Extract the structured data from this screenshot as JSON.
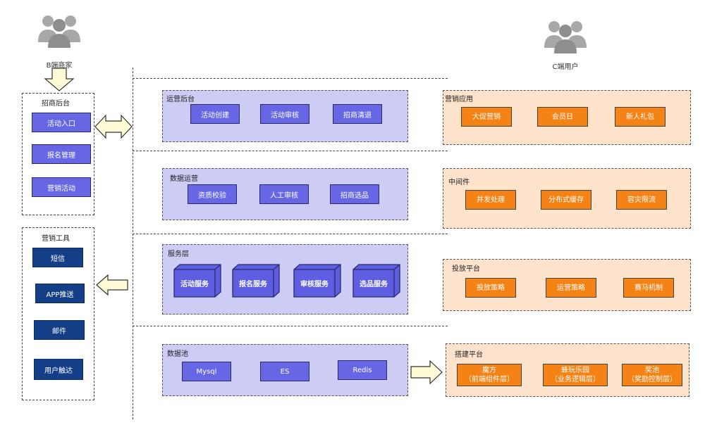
{
  "actors": {
    "b_merchant": "B端商家",
    "c_user": "C端用户"
  },
  "left": {
    "recruit_backend": {
      "title": "招商后台",
      "items": [
        "活动入口",
        "报名管理",
        "营销活动"
      ]
    },
    "marketing_tools": {
      "title": "营销工具",
      "items": [
        "短信",
        "APP推送",
        "邮件",
        "用户触达"
      ]
    }
  },
  "layers": {
    "ops_backend": {
      "title": "运营后台",
      "items": [
        "活动创建",
        "活动审核",
        "招商清退"
      ]
    },
    "data_ops": {
      "title": "数据运营",
      "items": [
        "资质校验",
        "人工审核",
        "招商选品"
      ]
    },
    "service_layer": {
      "title": "服务层",
      "items": [
        "活动服务",
        "报名服务",
        "审核服务",
        "选品服务"
      ]
    },
    "data_pool": {
      "title": "数据池",
      "items": [
        "Mysql",
        "ES",
        "Redis"
      ]
    }
  },
  "right": {
    "marketing_apps": {
      "title": "营销应用",
      "items": [
        "大促营销",
        "会员日",
        "新人礼包"
      ]
    },
    "middleware": {
      "title": "中间件",
      "items": [
        "并发处理",
        "分布式缓存",
        "容灾限流"
      ]
    },
    "delivery_platform": {
      "title": "投放平台",
      "items": [
        "投放策略",
        "运营策略",
        "赛马机制"
      ]
    },
    "build_platform": {
      "title": "搭建平台",
      "items": [
        {
          "line1": "魔方",
          "line2": "（前端组件层）"
        },
        {
          "line1": "蜂玩乐园",
          "line2": "（业务逻辑层）"
        },
        {
          "line1": "奖池",
          "line2": "（奖励控制层）"
        }
      ]
    }
  },
  "colors": {
    "blue_panel": "#ccccf5",
    "blue_button": "#6767e6",
    "navy_button": "#143f87",
    "orange_panel": "#fde3cc",
    "orange_button": "#f58214",
    "arrow_fill": "#fffbd6"
  }
}
